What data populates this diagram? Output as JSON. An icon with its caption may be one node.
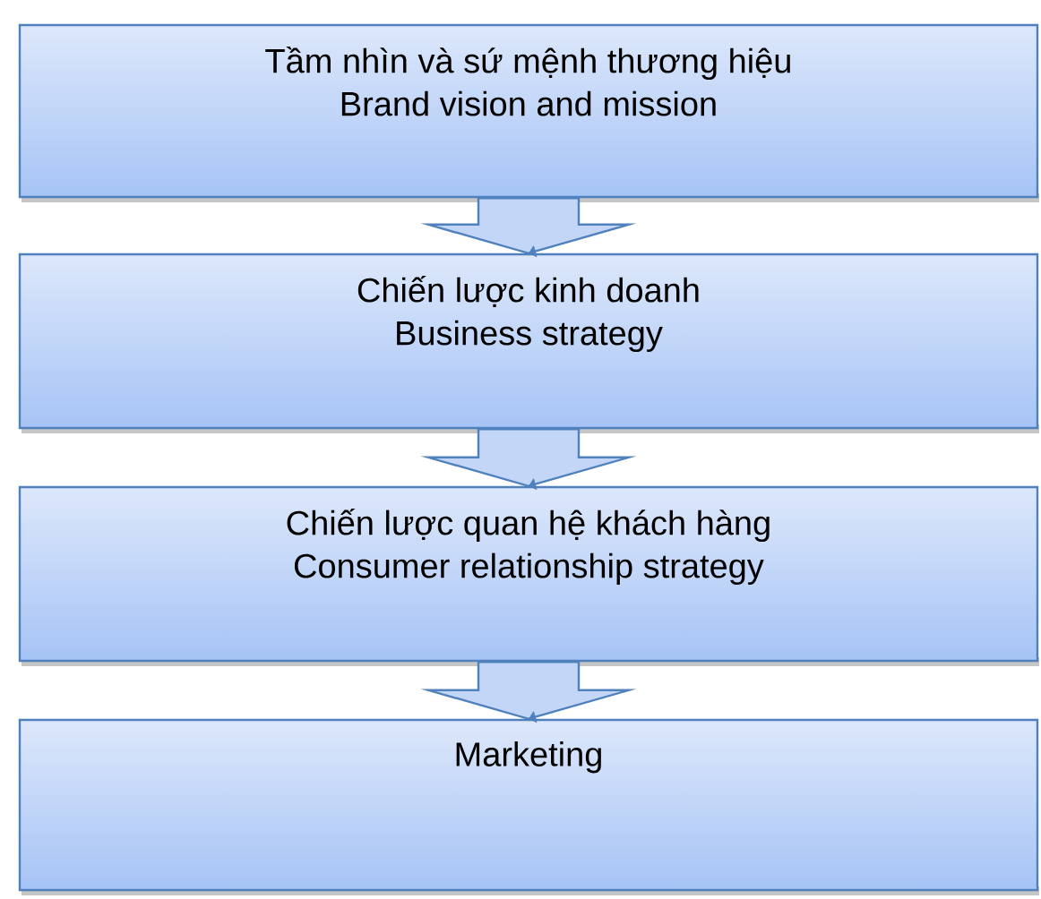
{
  "diagram": {
    "nodes": [
      {
        "text": [
          "Tầm nhìn và sứ mệnh thương hiệu",
          "Brand vision and mission"
        ]
      },
      {
        "text": [
          "Chiến lược kinh doanh",
          "Business strategy"
        ]
      },
      {
        "text": [
          "Chiến lược quan hệ khách hàng",
          "Consumer relationship strategy"
        ]
      },
      {
        "text": [
          "Marketing"
        ]
      }
    ],
    "edges": [
      {
        "from": 0,
        "to": 1,
        "arrow": "to"
      },
      {
        "from": 1,
        "to": 2,
        "arrow": "to"
      },
      {
        "from": 2,
        "to": 3,
        "arrow": "to"
      }
    ]
  }
}
